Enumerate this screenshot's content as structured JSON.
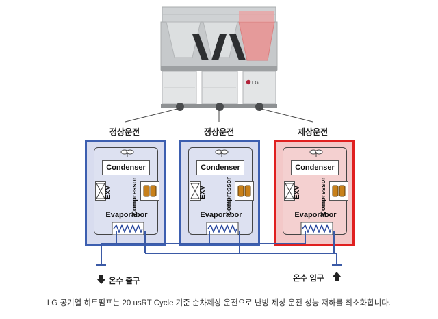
{
  "unit": {
    "brand": "LG"
  },
  "circuits": [
    {
      "mode": "정상운전",
      "state": "normal",
      "border": "#3d5fb0",
      "fill": "#d8dcef"
    },
    {
      "mode": "정상운전",
      "state": "normal",
      "border": "#3d5fb0",
      "fill": "#d8dcef"
    },
    {
      "mode": "제상운전",
      "state": "defrost",
      "border": "#e02020",
      "fill": "#f3c8c8"
    }
  ],
  "components": {
    "condenser": "Condenser",
    "compressor": "Compressor",
    "exv": "EXV",
    "evaporator": "Evaporabor"
  },
  "ports": {
    "outlet": "온수 출구",
    "inlet": "온수 입구"
  },
  "caption": "LG 공기열 히트펌프는 20 usRT Cycle 기준 순차제상 운전으로 난방 제상 운전 성능 저하를 최소화합니다.",
  "colors": {
    "pipe": "#3b5aa6",
    "coil": "#2b4aa0",
    "compressor": "#c8801a",
    "defrost_highlight": "#e8a0a0"
  }
}
